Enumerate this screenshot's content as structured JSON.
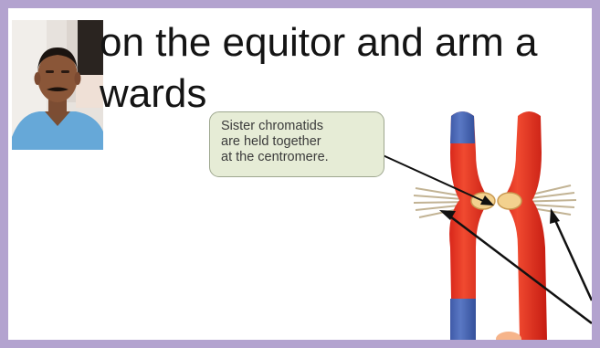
{
  "slide": {
    "heading_lines": [
      "on the equitor and arm a",
      "wards"
    ],
    "callout_lines": [
      "Sister chromatids",
      "are held together",
      "at the centromere."
    ]
  },
  "webcam": {
    "subject": "presenter-video-feed"
  },
  "colors": {
    "frame_border": "#b3a3cf",
    "chromatid_red": "#e8321e",
    "chromatid_tip_blue": "#4a67b4",
    "kinetochore": "#f3d18e",
    "spindle_fiber": "#c2b394",
    "callout_fill": "#e6ecd6",
    "callout_border": "#9ea78f"
  }
}
